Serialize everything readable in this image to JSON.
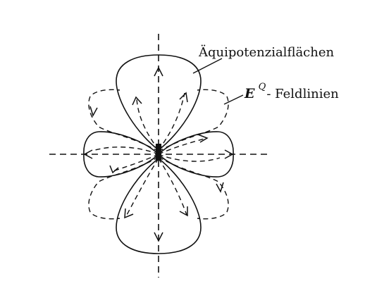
{
  "labels": {
    "equipotential": "Äquipotenzialflächen",
    "field_symbol": "E",
    "field_superscript": "Q",
    "field_suffix": "- Feldlinien"
  }
}
